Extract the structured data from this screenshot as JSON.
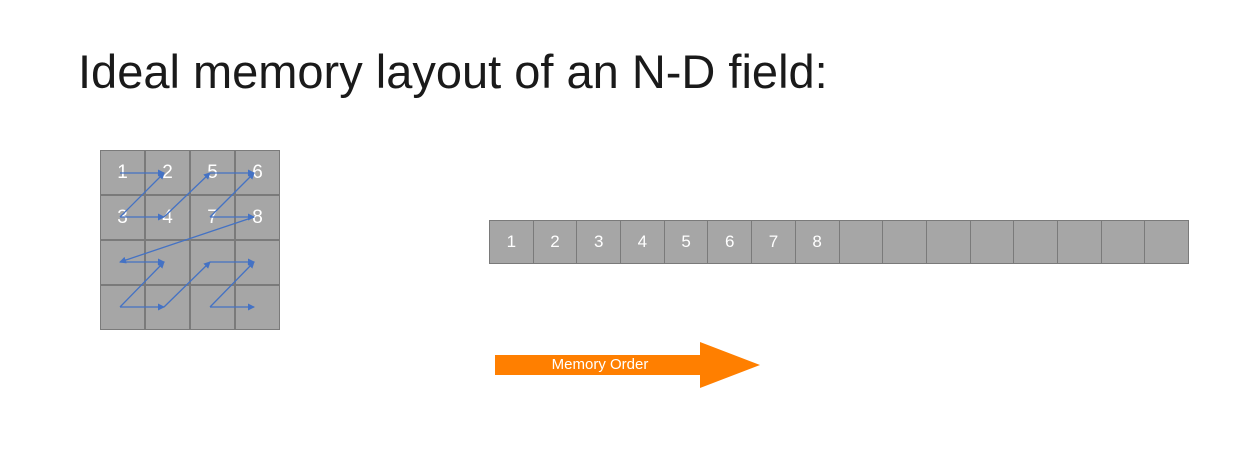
{
  "title": "Ideal memory layout of an N-D field:",
  "grid": {
    "rows": 4,
    "cols": 4,
    "labels": [
      "1",
      "2",
      "5",
      "6",
      "3",
      "4",
      "7",
      "8"
    ],
    "traversal_color": "#4472c4"
  },
  "strip": {
    "cells": [
      "1",
      "2",
      "3",
      "4",
      "5",
      "6",
      "7",
      "8",
      "",
      "",
      "",
      "",
      "",
      "",
      "",
      ""
    ]
  },
  "memory_arrow": {
    "label": "Memory Order",
    "color": "#ff7f00"
  },
  "colors": {
    "cell_fill": "#a6a6a6",
    "cell_border": "#7a7a7a",
    "cell_text": "#ffffff"
  }
}
